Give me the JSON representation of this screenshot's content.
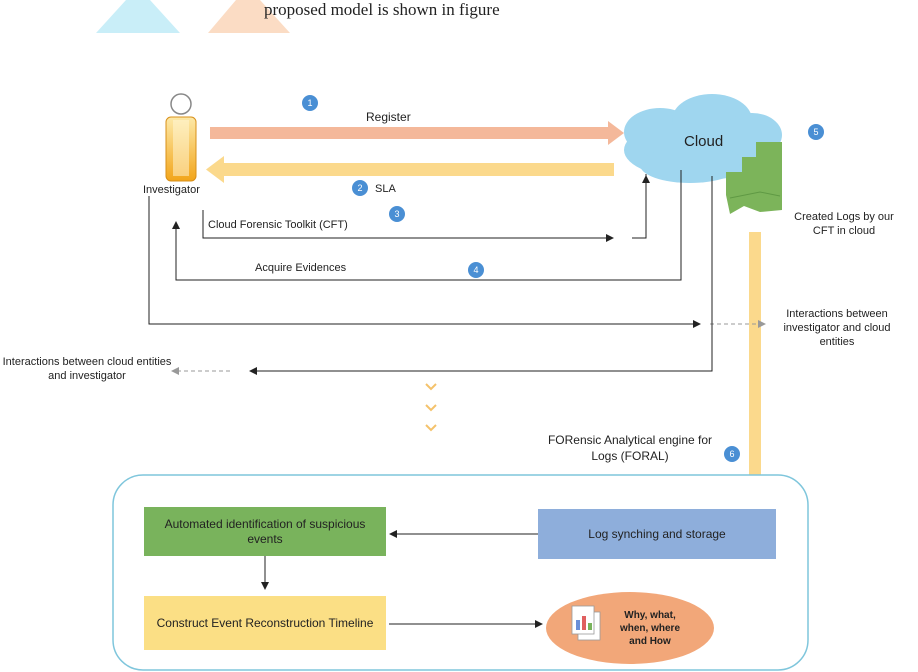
{
  "header": {
    "text": "proposed model is shown in figure"
  },
  "nodes": {
    "investigator": "Investigator",
    "cloud": "Cloud",
    "created_logs": "Created Logs  by our CFT in cloud",
    "foral": "FORensic Analytical engine for Logs (FORAL)",
    "log_sync": "Log synching and storage",
    "automated": "Automated identification of suspicious events",
    "timeline": "Construct Event Reconstruction Timeline",
    "questions": "Why, what, when, where and How"
  },
  "arrows": {
    "register": "Register",
    "sla": "SLA",
    "cft": "Cloud Forensic Toolkit (CFT)",
    "acquire": "Acquire Evidences",
    "inv_to_cloud": "Interactions between investigator and cloud entities",
    "cloud_to_inv": "Interactions between cloud entities  and investigator"
  },
  "steps": [
    "1",
    "2",
    "3",
    "4",
    "5",
    "6"
  ],
  "colors": {
    "register_arrow": "#f4b89a",
    "sla_arrow": "#fbd98c",
    "cloud": "#9fd6ef",
    "logs": "#7cb45a",
    "log_sync_box": "#8eaedb",
    "automated_box": "#79b35c",
    "timeline_box": "#fbdf85",
    "questions_ellipse": "#f2a779",
    "badge": "#4a8fd4",
    "container": "#7fc6dc"
  }
}
